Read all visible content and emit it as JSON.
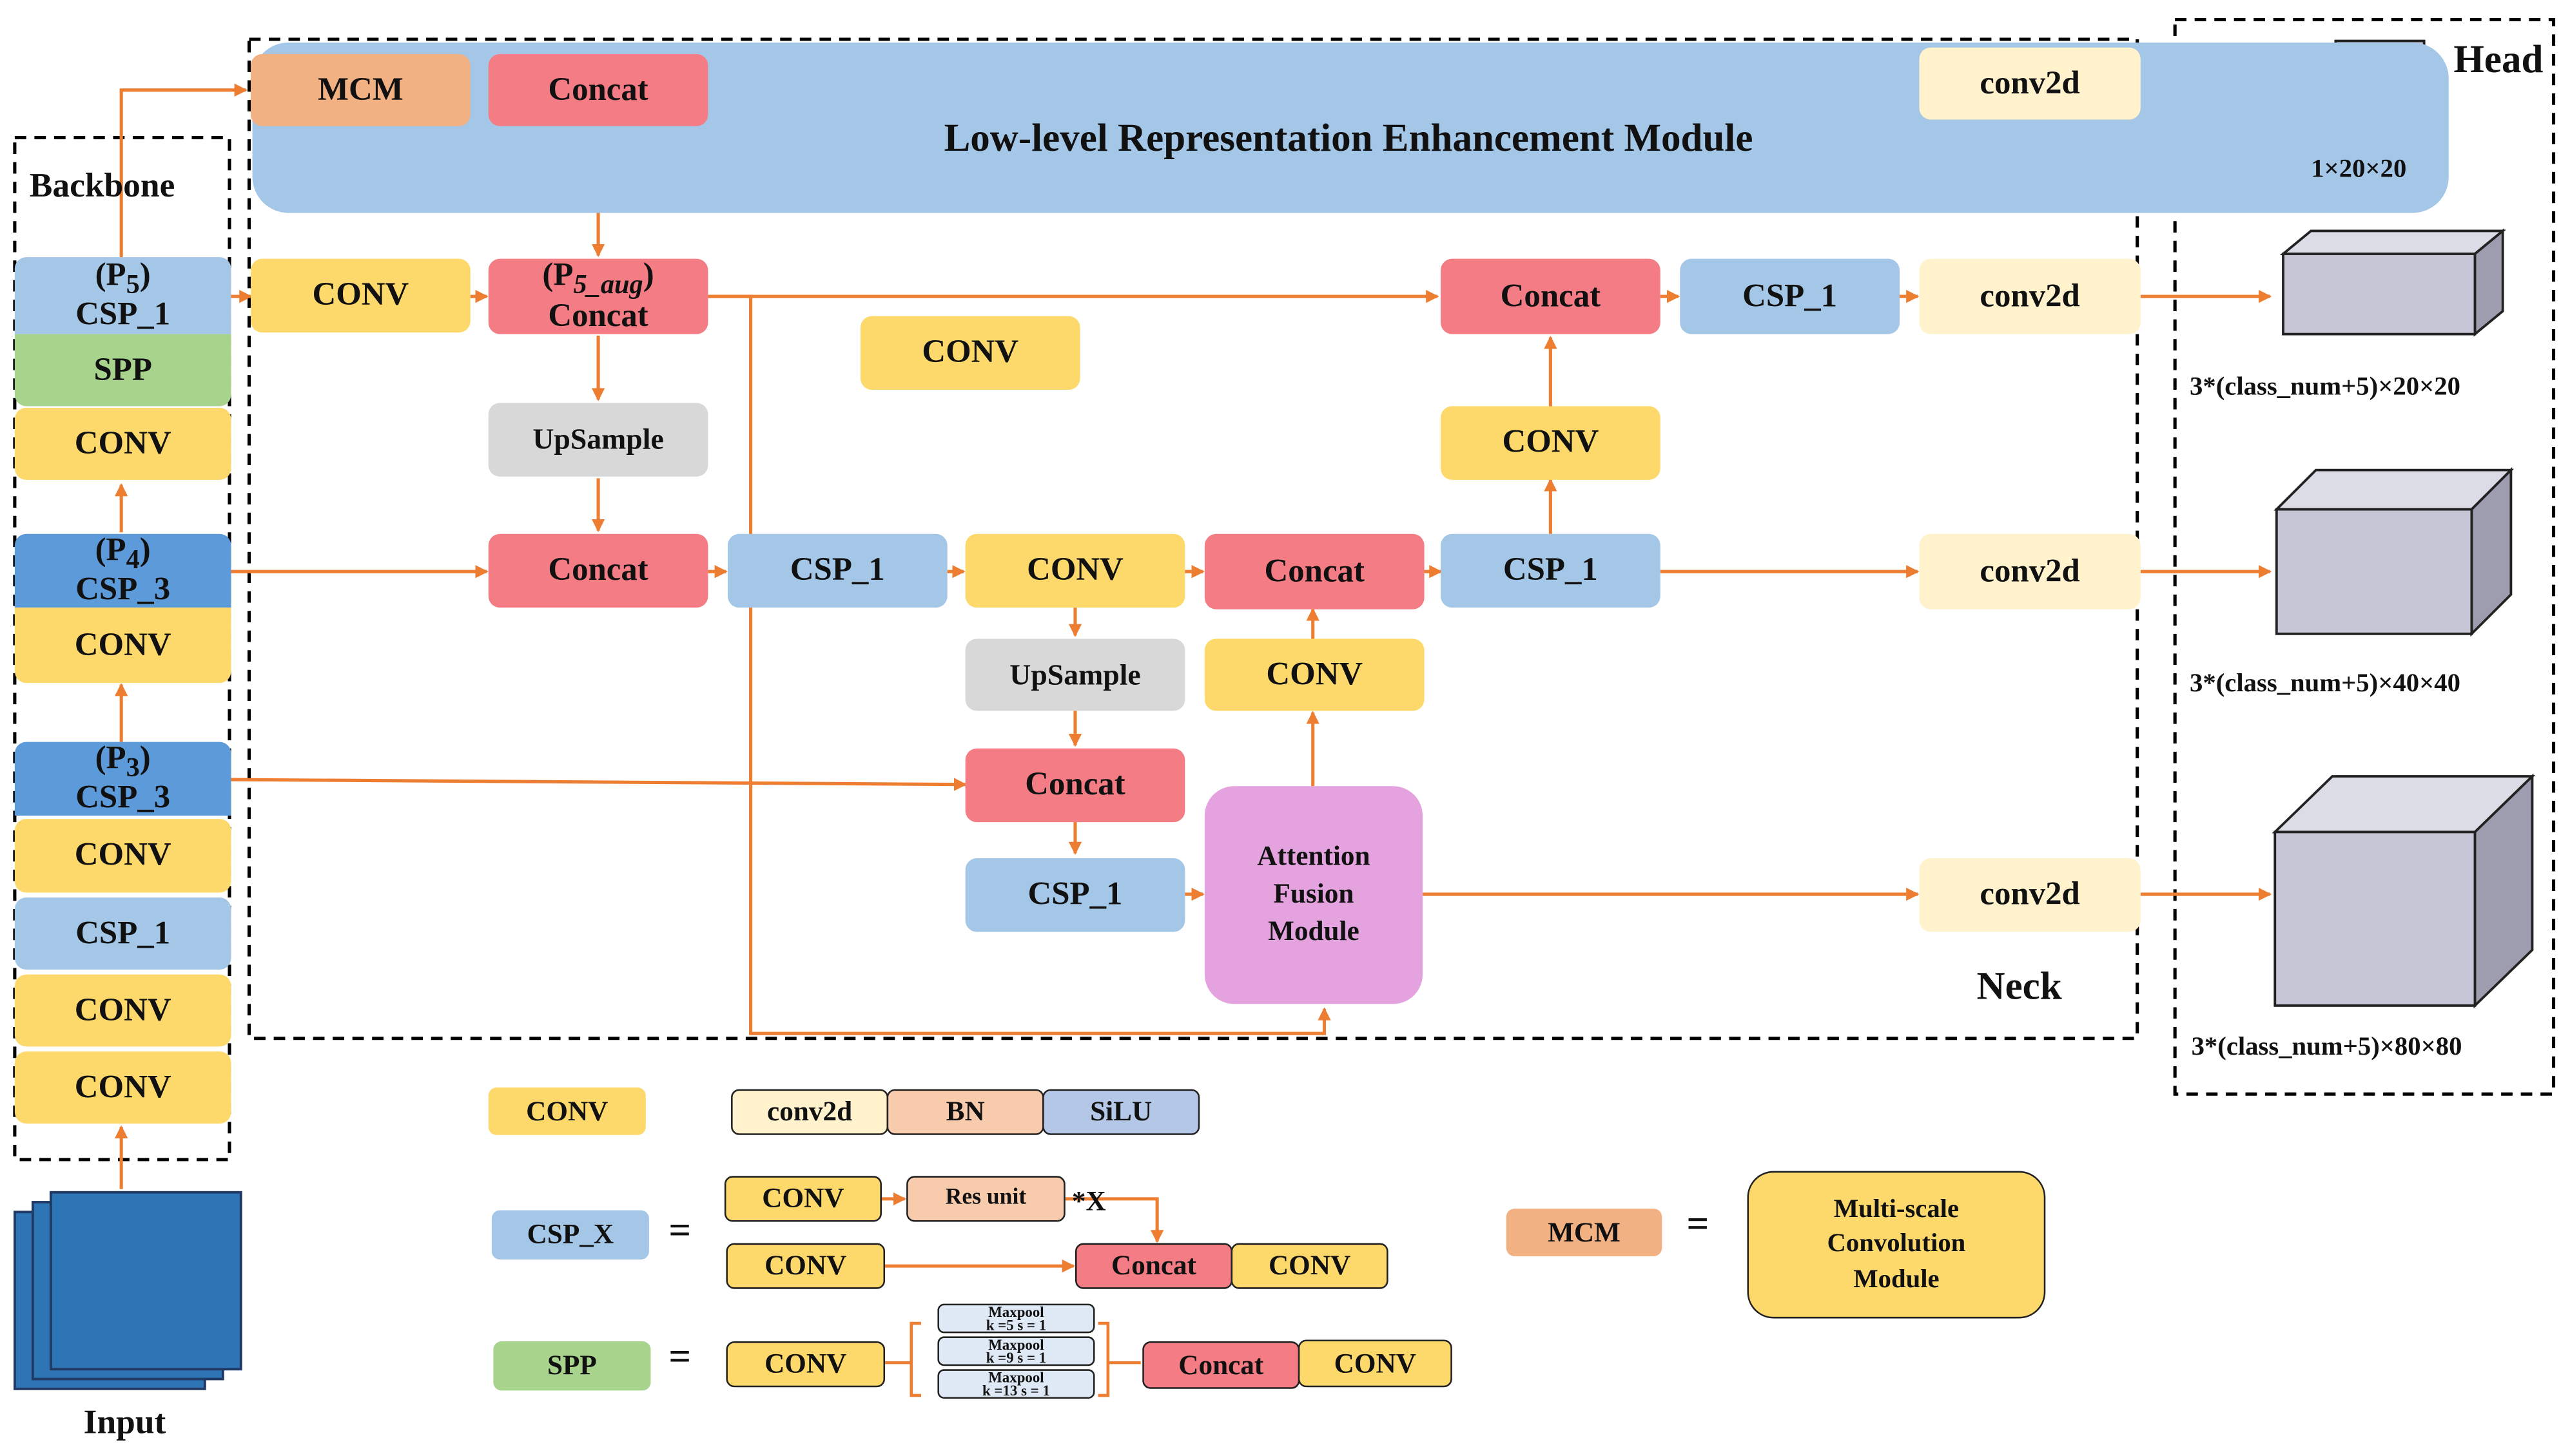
{
  "sections": {
    "backbone": "Backbone",
    "head": "Head",
    "neck": "Neck",
    "input": "Input"
  },
  "lrem_title": "Low-level Representation Enhancement Module",
  "backbone": {
    "p5_label": "(P",
    "p5_sub": "5",
    "p5_close": ")",
    "csp1_top": "CSP_1",
    "spp": "SPP",
    "conv_a": "CONV",
    "p4_label": "(P",
    "p4_sub": "4",
    "p4_close": ")",
    "csp3_mid": "CSP_3",
    "conv_b": "CONV",
    "p3_label": "(P",
    "p3_sub": "3",
    "p3_close": ")",
    "csp3_low": "CSP_3",
    "conv_c": "CONV",
    "csp1_low": "CSP_1",
    "conv_d": "CONV",
    "conv_e": "CONV"
  },
  "neck": {
    "mcm": "MCM",
    "concat_top": "Concat",
    "conv2d_top": "conv2d",
    "conv_p5": "CONV",
    "p5aug_label": "(P",
    "p5aug_sub": "5_aug",
    "p5aug_close": ")",
    "p5aug_concat": "Concat",
    "concat_r1": "Concat",
    "csp1_r1": "CSP_1",
    "conv2d_r1": "conv2d",
    "conv_float": "CONV",
    "upsample_1": "UpSample",
    "conv_r2right": "CONV",
    "concat_r3": "Concat",
    "csp1_r3a": "CSP_1",
    "conv_r3": "CONV",
    "concat_r3b": "Concat",
    "csp1_r3b": "CSP_1",
    "conv2d_r3": "conv2d",
    "upsample_2": "UpSample",
    "conv_r4": "CONV",
    "concat_r5": "Concat",
    "csp1_r6": "CSP_1",
    "afm": "Attention Fusion Module",
    "conv2d_r6": "conv2d"
  },
  "head": {
    "out1": "1×20×20",
    "out2": "3*(class_num+5)×20×20",
    "out3": "3*(class_num+5)×40×40",
    "out4": "3*(class_num+5)×80×80"
  },
  "legend": {
    "conv_key": "CONV",
    "conv2d": "conv2d",
    "bn": "BN",
    "silu": "SiLU",
    "cspx_key": "CSP_X",
    "eq1": "=",
    "csp_conv1": "CONV",
    "res_unit": "Res unit",
    "times_x": "*X",
    "csp_conv2": "CONV",
    "csp_concat": "Concat",
    "csp_conv3": "CONV",
    "spp_key": "SPP",
    "eq2": "=",
    "spp_conv1": "CONV",
    "maxpool": "Maxpool",
    "mp1_params": "k =5 s = 1",
    "mp2_params": "k =9 s = 1",
    "mp3_params": "k =13 s = 1",
    "spp_concat": "Concat",
    "spp_conv2": "CONV",
    "mcm_key": "MCM",
    "eq3": "=",
    "mcm_desc": "Multi-scale Convolution Module"
  },
  "colors": {
    "conv": "#fcd96a",
    "concat": "#f47d85",
    "csp": "#a4c7e8",
    "csp3": "#5d9ad9",
    "spp": "#a7d38d",
    "upsample": "#d8d8d8",
    "conv2d": "#fff2cc",
    "mcm": "#f2b183",
    "afm": "#e4a3df",
    "arrow": "#ed7d31",
    "input": "#2e75b6"
  }
}
